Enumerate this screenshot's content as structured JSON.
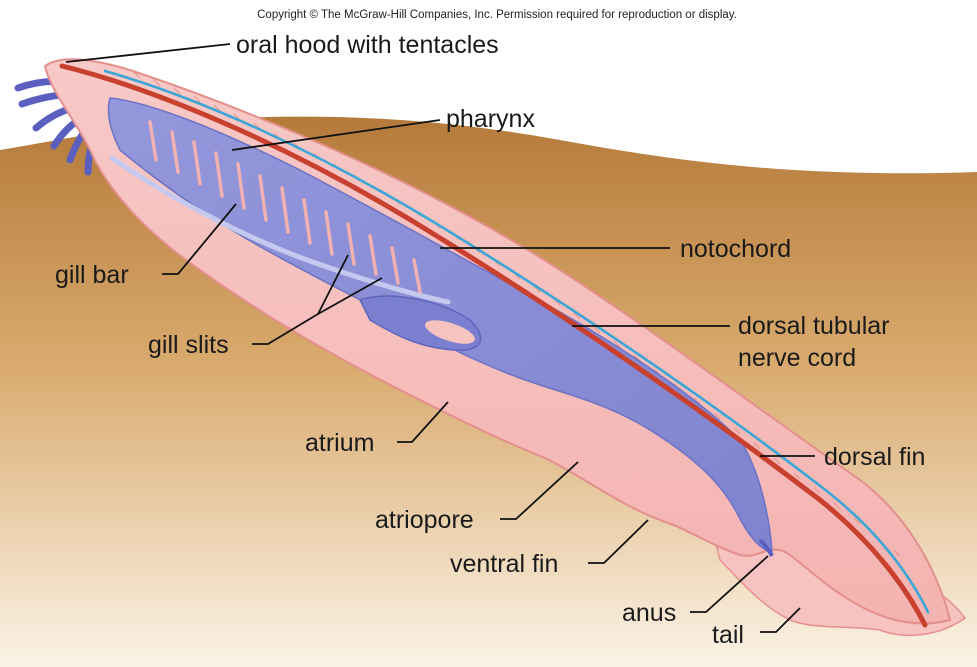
{
  "copyright": "Copyright © The McGraw-Hill Companies, Inc. Permission required for reproduction or display.",
  "labels": {
    "oral_hood": "oral hood with tentacles",
    "pharynx": "pharynx",
    "notochord": "notochord",
    "dorsal_nerve_cord_line1": "dorsal tubular",
    "dorsal_nerve_cord_line2": "nerve cord",
    "dorsal_fin": "dorsal fin",
    "gill_bar": "gill bar",
    "gill_slits": "gill slits",
    "atrium": "atrium",
    "atriopore": "atriopore",
    "ventral_fin": "ventral fin",
    "anus": "anus",
    "tail": "tail"
  },
  "colors": {
    "sand_top": "#b47a3a",
    "sand_bottom": "#fbf3e6",
    "body": "#f6c3c1",
    "pharynx": "#8a8fd6",
    "tentacles": "#5a5fc0",
    "notochord": "#c8402e",
    "nerve_cord": "#3aa6d6"
  }
}
